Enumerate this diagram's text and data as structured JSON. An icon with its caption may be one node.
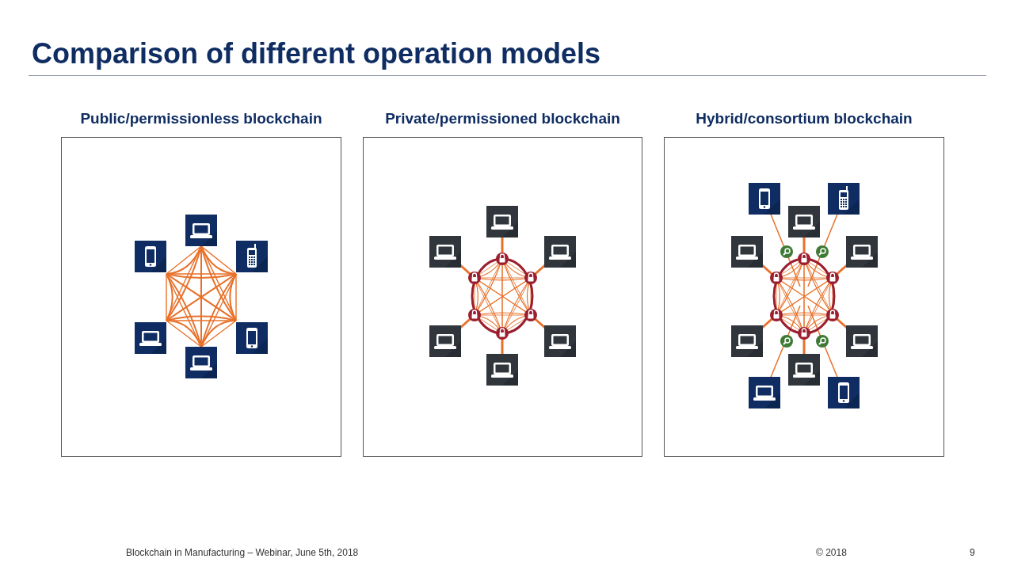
{
  "diagram": {
    "title": "Comparison of different operation models",
    "nodes": [
      {
        "text": [
          "Public/permissionless blockchain"
        ]
      },
      {
        "text": [
          "Private/permissioned blockchain"
        ]
      },
      {
        "text": [
          "Hybrid/consortium blockchain"
        ]
      }
    ],
    "labels": [
      "Blockchain in Manufacturing – Webinar, June 5th, 2018",
      "© 2018",
      "9"
    ]
  }
}
